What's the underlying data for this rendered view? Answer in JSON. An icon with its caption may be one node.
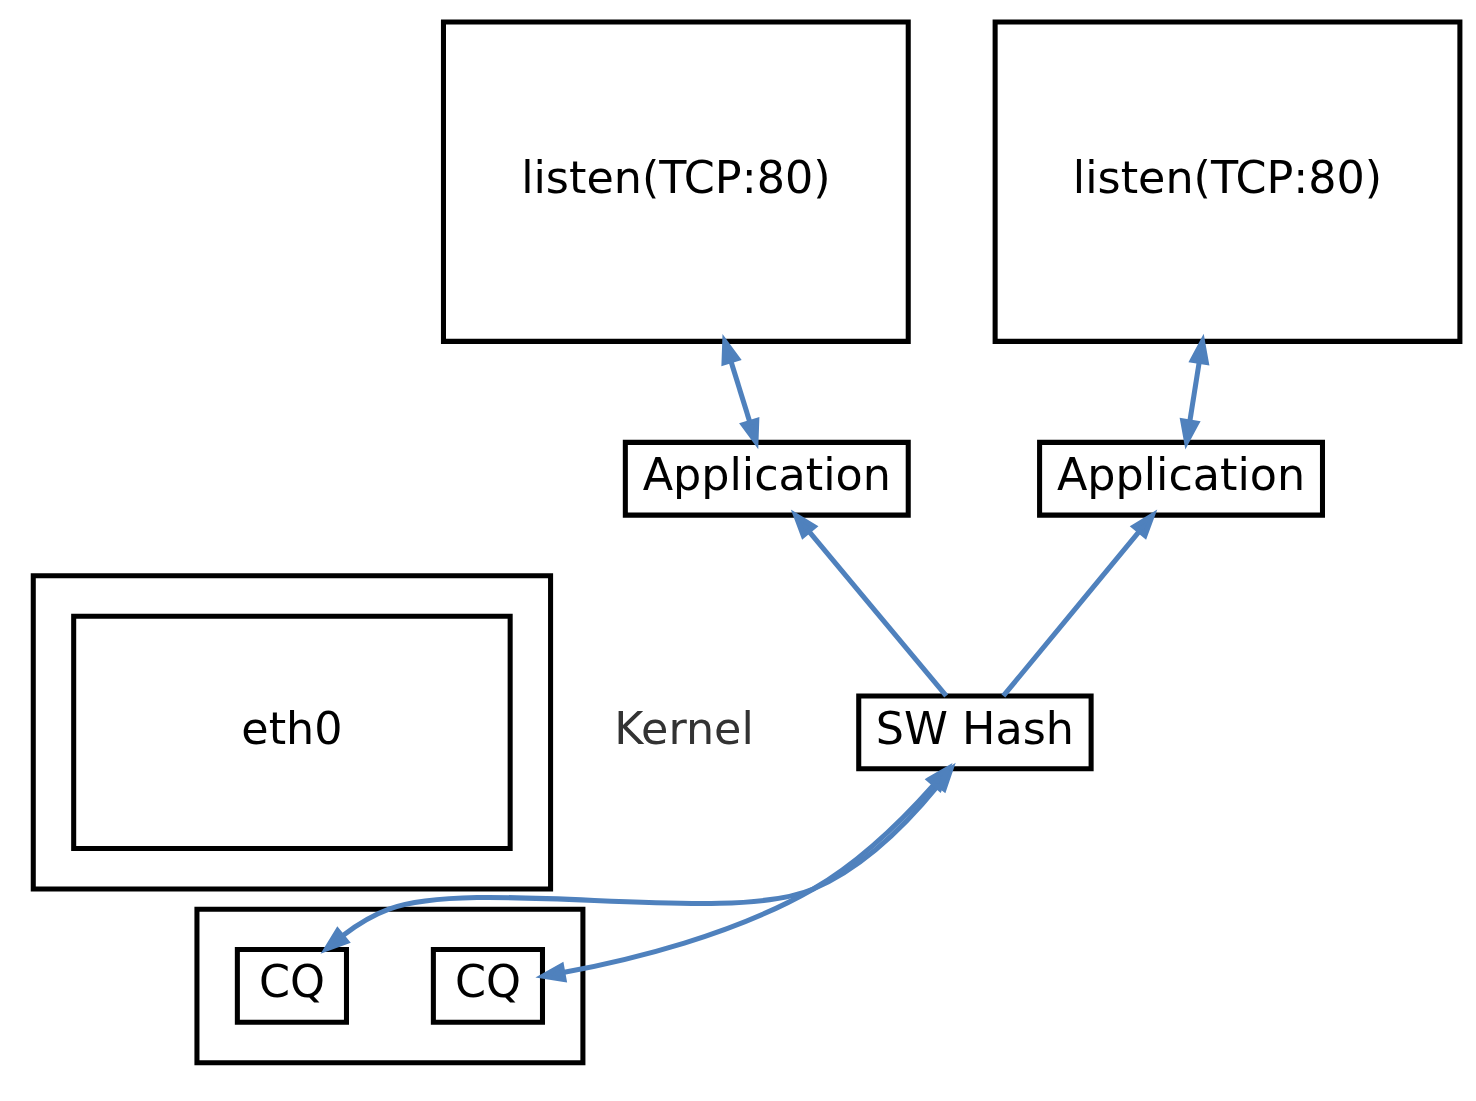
{
  "diagram": {
    "nodes": [
      {
        "text": [
          "listen(TCP:80)"
        ]
      },
      {
        "text": [
          "listen(TCP:80)"
        ]
      },
      {
        "text": [
          "Application"
        ]
      },
      {
        "text": [
          "Application"
        ]
      },
      {
        "text": [
          "SW Hash"
        ]
      },
      {
        "text": [],
        "shape": "box"
      },
      {
        "text": [
          "eth0"
        ],
        "in": 5
      },
      {
        "text": [],
        "shape": "box"
      },
      {
        "text": [
          "CQ"
        ],
        "in": 7
      },
      {
        "text": [
          "CQ"
        ],
        "in": 7
      }
    ],
    "edges": [
      {
        "from": 0,
        "to": 2,
        "arrow": "both"
      },
      {
        "from": 1,
        "to": 3,
        "arrow": "both"
      },
      {
        "from": 4,
        "to": 2,
        "arrow": "to"
      },
      {
        "from": 4,
        "to": 3,
        "arrow": "to"
      },
      {
        "from": 4,
        "to": 8,
        "arrow": "both"
      },
      {
        "from": 4,
        "to": 9,
        "arrow": "both"
      }
    ],
    "labels": [
      "Kernel"
    ]
  }
}
